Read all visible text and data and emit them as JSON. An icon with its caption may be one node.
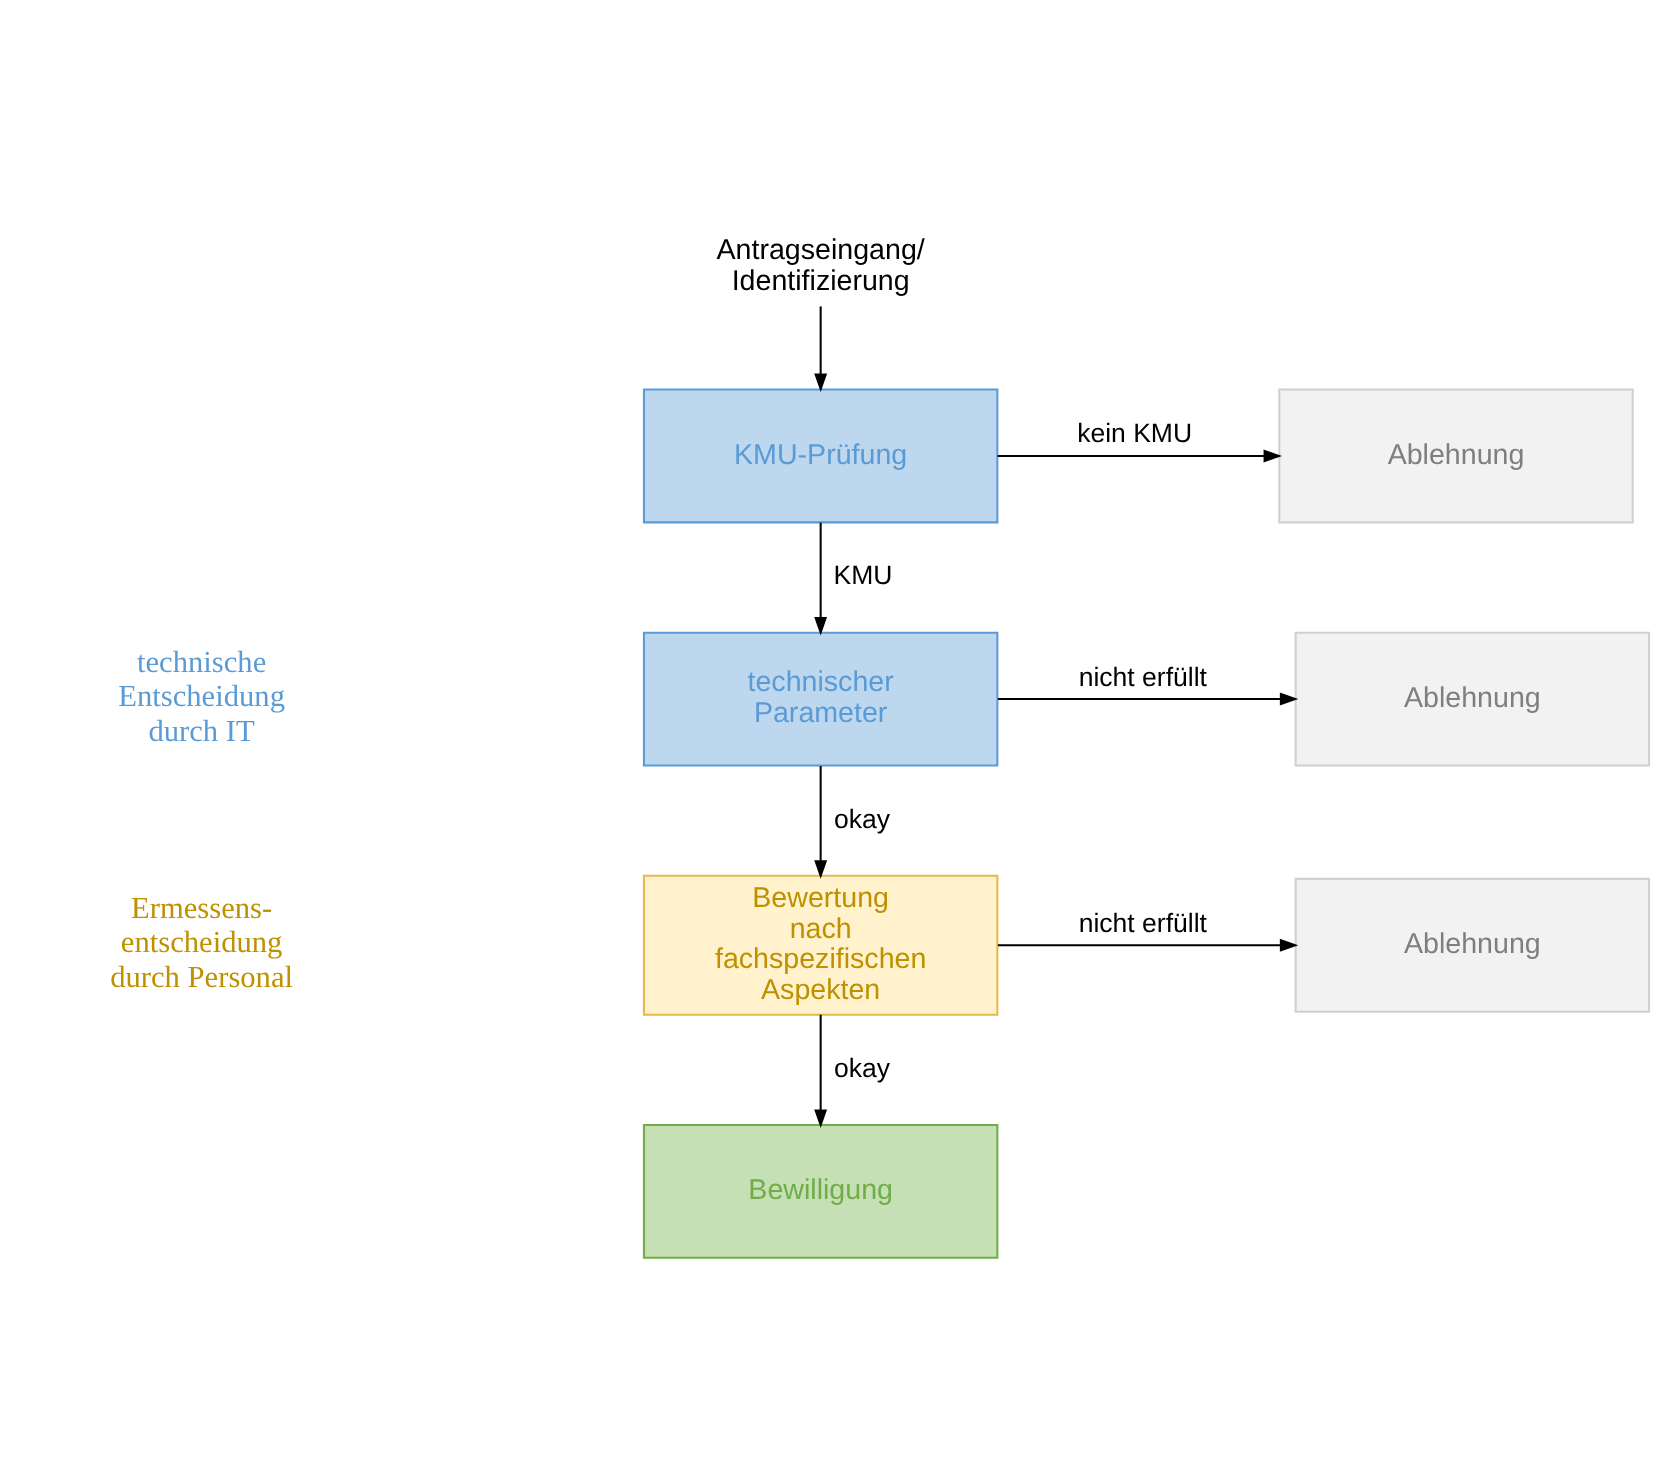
{
  "diagram": {
    "nodes": [
      {
        "text": [
          "Antragseingang/ Identifizierung"
        ]
      },
      {
        "text": [
          "KMU-Prüfung"
        ]
      },
      {
        "text": [
          "Ablehnung"
        ]
      },
      {
        "text": [
          "technischer Parameter"
        ]
      },
      {
        "text": [
          "Ablehnung"
        ]
      },
      {
        "text": [
          "Bewertung nach fachspezifischen Aspekten"
        ]
      },
      {
        "text": [
          "Ablehnung"
        ]
      },
      {
        "text": [
          "Bewilligung"
        ]
      }
    ],
    "edges": [
      {
        "from": 0,
        "to": 1,
        "arrow": "to"
      },
      {
        "from": 1,
        "to": 2,
        "arrow": "to",
        "label": "kein KMU"
      },
      {
        "from": 1,
        "to": 3,
        "arrow": "to",
        "label": "KMU"
      },
      {
        "from": 3,
        "to": 4,
        "arrow": "to",
        "label": "nicht erfüllt"
      },
      {
        "from": 3,
        "to": 5,
        "arrow": "to",
        "label": "okay"
      },
      {
        "from": 5,
        "to": 6,
        "arrow": "to",
        "label": "nicht erfüllt"
      },
      {
        "from": 5,
        "to": 7,
        "arrow": "to",
        "label": "okay"
      }
    ],
    "labels": [
      "technische Entscheidung durch IT",
      "Ermessens- entscheidung durch Personal"
    ]
  }
}
